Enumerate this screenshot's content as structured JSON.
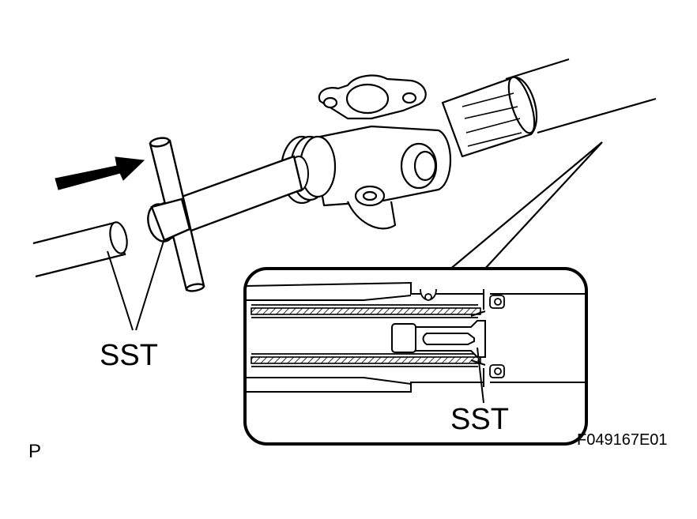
{
  "labels": {
    "sst_main": "SST",
    "sst_detail": "SST",
    "corner_mark": "P",
    "figure_code": "F049167E01"
  },
  "colors": {
    "ink": "#000000",
    "paper": "#ffffff",
    "hatch": "#555555"
  },
  "icons": {
    "push_arrow": "arrow-right-icon"
  }
}
